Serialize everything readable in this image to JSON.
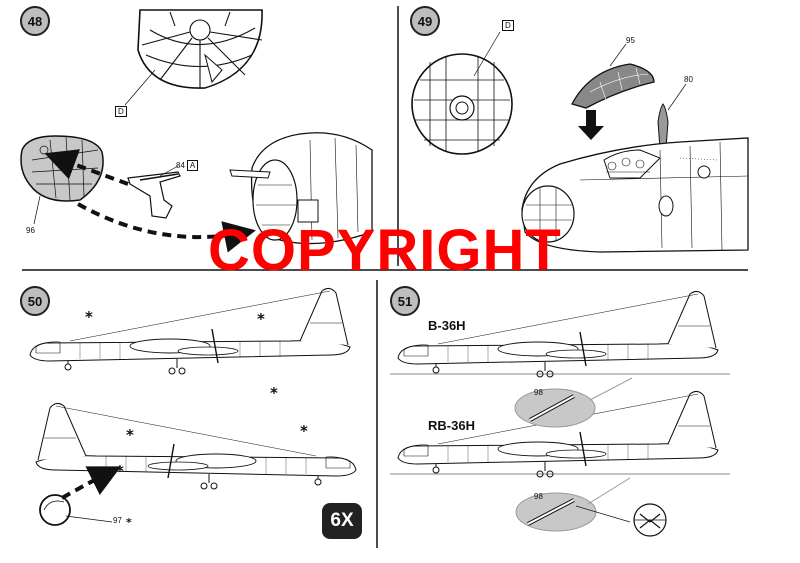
{
  "steps": [
    {
      "number": "48"
    },
    {
      "number": "49"
    },
    {
      "number": "50"
    },
    {
      "number": "51"
    }
  ],
  "parts": {
    "d_part_step48": "D",
    "part_84": "84",
    "part_84_box": "A",
    "part_96": "96",
    "d_part_step49": "D",
    "part_95": "95",
    "part_80": "80",
    "part_97": "97",
    "part_98_top": "98",
    "part_98_bottom": "98"
  },
  "markers": {
    "glue": "*"
  },
  "variants": {
    "b36h": "B-36H",
    "rb36h": "RB-36H"
  },
  "repeat_badge": "6X",
  "watermark": "COPYRIGHT",
  "colors": {
    "ink": "#111111",
    "badge_fill": "#bdbdbd",
    "watermark": "#ff0000",
    "highlight_gray": "#c8c8c8"
  }
}
